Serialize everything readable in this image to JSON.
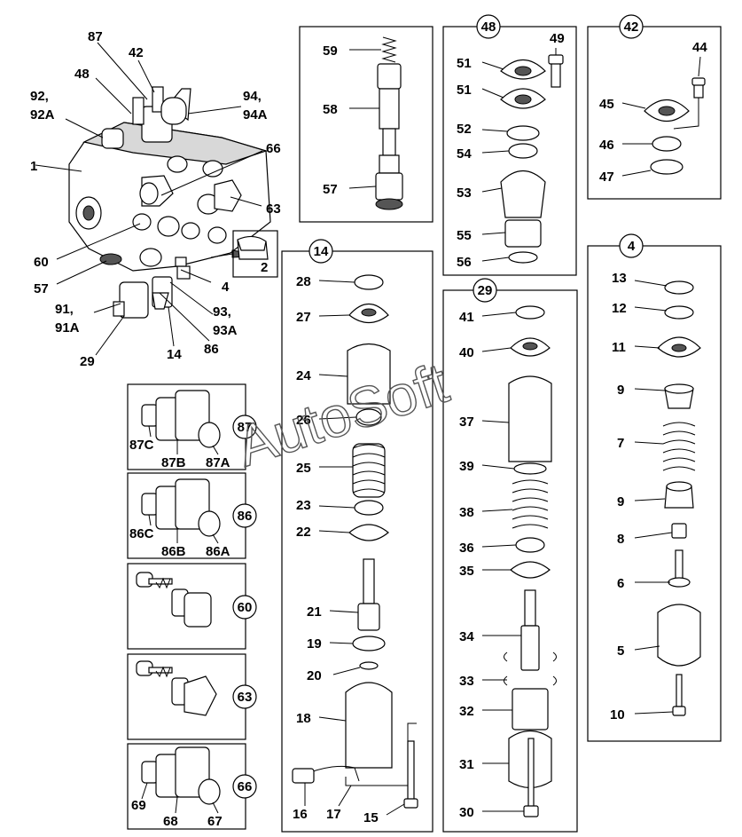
{
  "watermark": "AutoSoft",
  "assembly_callouts": {
    "c87": "87",
    "c42": "42",
    "c48": "48",
    "c92": "92,",
    "c92a": "92A",
    "c94": "94,",
    "c94a": "94A",
    "c1": "1",
    "c66": "66",
    "c63": "63",
    "c60": "60",
    "c2": "2",
    "c57": "57",
    "c4": "4",
    "c91": "91,",
    "c91a": "91A",
    "c93": "93,",
    "c93a": "93A",
    "c29": "29",
    "c14": "14",
    "c86": "86"
  },
  "group_59_58_57": {
    "p59": "59",
    "p58": "58",
    "p57": "57"
  },
  "group_48": {
    "title": "48",
    "p49": "49",
    "p51a": "51",
    "p51b": "51",
    "p52": "52",
    "p54": "54",
    "p53": "53",
    "p55": "55",
    "p56": "56"
  },
  "group_42": {
    "title": "42",
    "p44": "44",
    "p45": "45",
    "p46": "46",
    "p47": "47"
  },
  "group_14": {
    "title": "14",
    "p28": "28",
    "p27": "27",
    "p24": "24",
    "p26": "26",
    "p25": "25",
    "p23": "23",
    "p22": "22",
    "p21": "21",
    "p19": "19",
    "p20": "20",
    "p18": "18",
    "p16": "16",
    "p17": "17",
    "p15": "15"
  },
  "group_29": {
    "title": "29",
    "p41": "41",
    "p40": "40",
    "p37": "37",
    "p39": "39",
    "p38": "38",
    "p36": "36",
    "p35": "35",
    "p34": "34",
    "p33": "33",
    "p32": "32",
    "p31": "31",
    "p30": "30"
  },
  "group_4": {
    "title": "4",
    "p13": "13",
    "p12": "12",
    "p11": "11",
    "p9a": "9",
    "p7": "7",
    "p9b": "9",
    "p8": "8",
    "p6": "6",
    "p5": "5",
    "p10": "10"
  },
  "box_87": {
    "title": "87",
    "c": "87C",
    "b": "87B",
    "a": "87A"
  },
  "box_86": {
    "title": "86",
    "c": "86C",
    "b": "86B",
    "a": "86A"
  },
  "box_60": {
    "title": "60"
  },
  "box_63": {
    "title": "63"
  },
  "box_66": {
    "title": "66",
    "p69": "69",
    "p68": "68",
    "p67": "67"
  }
}
